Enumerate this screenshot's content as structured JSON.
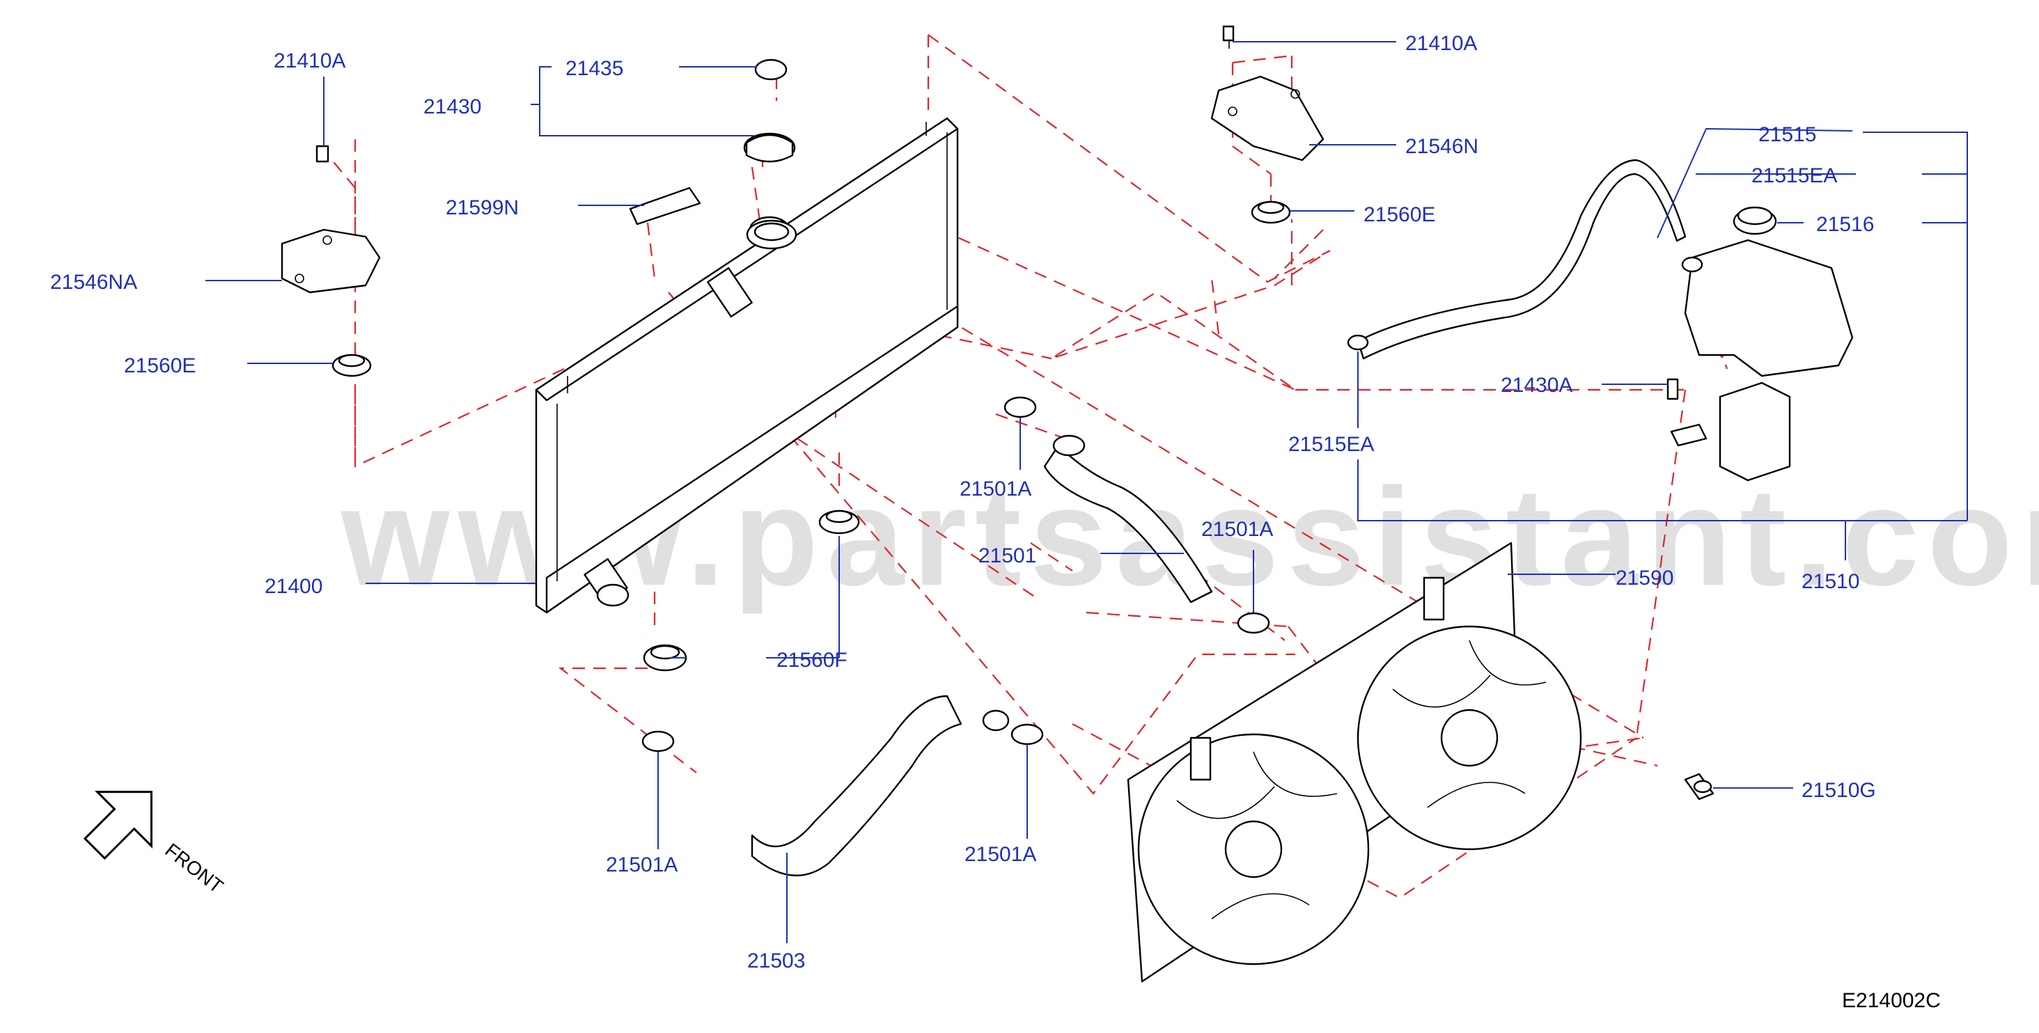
{
  "diagram": {
    "code": "E214002C",
    "front_label": "FRONT",
    "watermark": "www.partsassistant.com"
  },
  "parts": [
    {
      "id": "p21410A_l",
      "label": "21410A"
    },
    {
      "id": "p21435",
      "label": "21435"
    },
    {
      "id": "p21430",
      "label": "21430"
    },
    {
      "id": "p21599N",
      "label": "21599N"
    },
    {
      "id": "p21546NA",
      "label": "21546NA"
    },
    {
      "id": "p21560E_l",
      "label": "21560E"
    },
    {
      "id": "p21400",
      "label": "21400"
    },
    {
      "id": "p21560F",
      "label": "21560F"
    },
    {
      "id": "p21501A_a",
      "label": "21501A"
    },
    {
      "id": "p21501A_b",
      "label": "21501A"
    },
    {
      "id": "p21501",
      "label": "21501"
    },
    {
      "id": "p21501A_c",
      "label": "21501A"
    },
    {
      "id": "p21501A_d",
      "label": "21501A"
    },
    {
      "id": "p21503",
      "label": "21503"
    },
    {
      "id": "p21410A_r",
      "label": "21410A"
    },
    {
      "id": "p21546N",
      "label": "21546N"
    },
    {
      "id": "p21560E_r",
      "label": "21560E"
    },
    {
      "id": "p21515",
      "label": "21515"
    },
    {
      "id": "p21515EA_a",
      "label": "21515EA"
    },
    {
      "id": "p21516",
      "label": "21516"
    },
    {
      "id": "p21430A",
      "label": "21430A"
    },
    {
      "id": "p21515EA_b",
      "label": "21515EA"
    },
    {
      "id": "p21590",
      "label": "21590"
    },
    {
      "id": "p21510",
      "label": "21510"
    },
    {
      "id": "p21510G",
      "label": "21510G"
    }
  ]
}
